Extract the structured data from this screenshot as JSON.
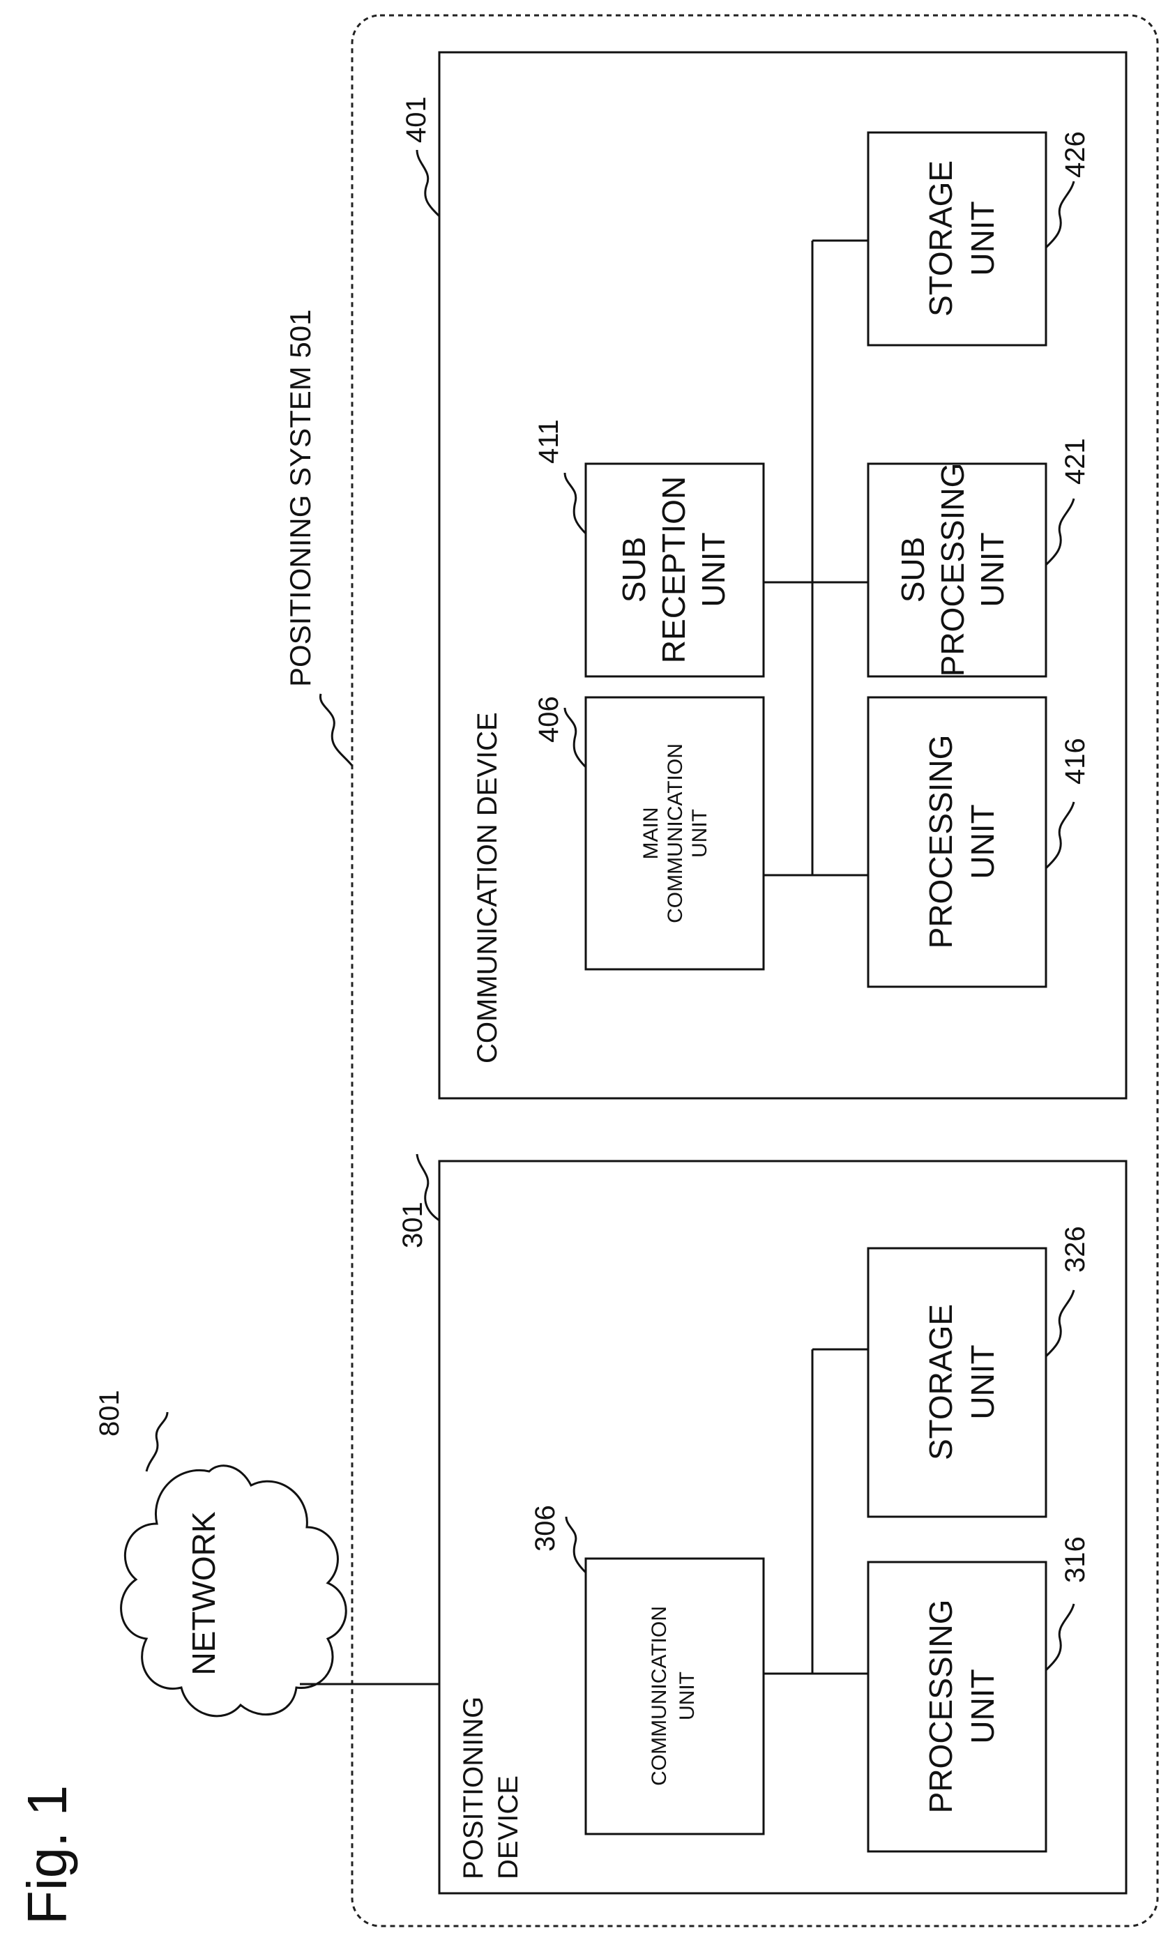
{
  "figure_label": "Fig. 1",
  "network": {
    "label": "NETWORK",
    "ref": "801"
  },
  "system": {
    "label": "POSITIONING SYSTEM 501"
  },
  "positioning_device": {
    "ref": "301",
    "label_line1": "POSITIONING",
    "label_line2": "DEVICE",
    "communication_unit": {
      "ref": "306",
      "line1": "COMMUNICATION",
      "line2": "UNIT"
    },
    "processing_unit": {
      "ref": "316",
      "line1": "PROCESSING",
      "line2": "UNIT"
    },
    "storage_unit": {
      "ref": "326",
      "line1": "STORAGE",
      "line2": "UNIT"
    }
  },
  "communication_device": {
    "ref": "401",
    "label": "COMMUNICATION DEVICE",
    "main_communication_unit": {
      "ref": "406",
      "line1": "MAIN",
      "line2": "COMMUNICATION",
      "line3": "UNIT"
    },
    "sub_reception_unit": {
      "ref": "411",
      "line1": "SUB",
      "line2": "RECEPTION",
      "line3": "UNIT"
    },
    "processing_unit": {
      "ref": "416",
      "line1": "PROCESSING",
      "line2": "UNIT"
    },
    "sub_processing_unit": {
      "ref": "421",
      "line1": "SUB",
      "line2": "PROCESSING",
      "line3": "UNIT"
    },
    "storage_unit": {
      "ref": "426",
      "line1": "STORAGE",
      "line2": "UNIT"
    }
  }
}
